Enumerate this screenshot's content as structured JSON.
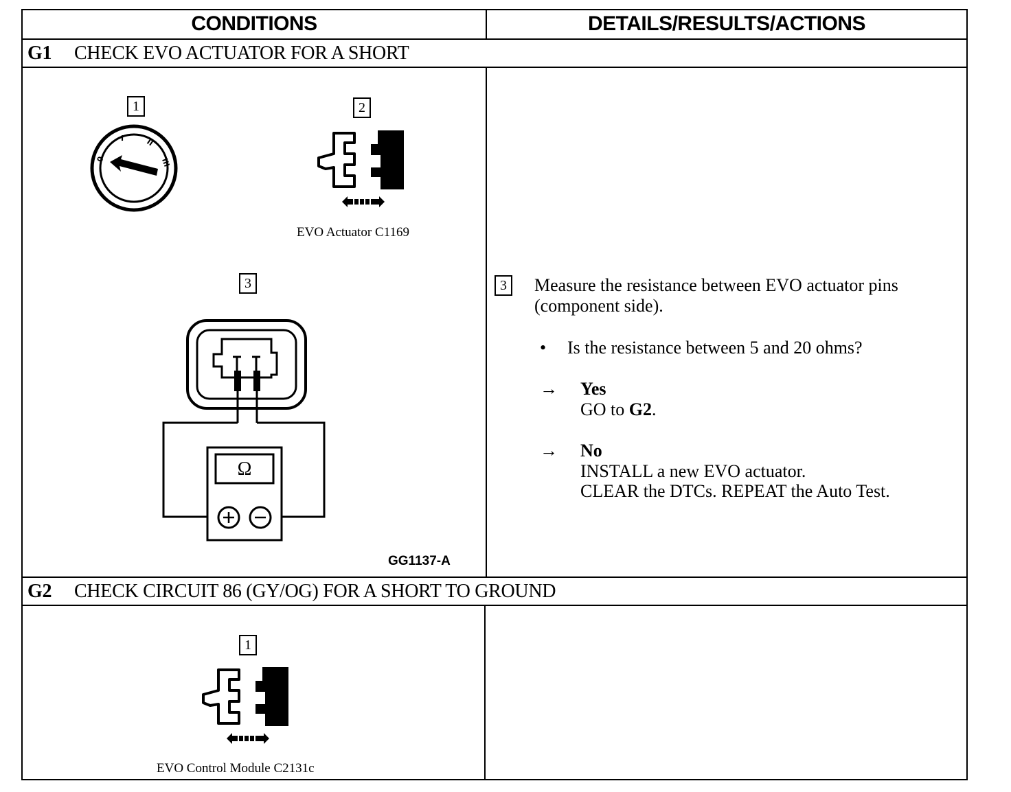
{
  "header": {
    "conditions": "CONDITIONS",
    "details": "DETAILS/RESULTS/ACTIONS"
  },
  "g1": {
    "id": "G1",
    "title": "CHECK EVO ACTUATOR FOR A SHORT",
    "callout_1": "1",
    "callout_2": "2",
    "callout_3": "3",
    "connector_caption": "EVO Actuator C1169",
    "figure_id": "GG1137-A",
    "ohm_symbol": "Ω",
    "details": {
      "callout": "3",
      "instruction_line1": "Measure the resistance between EVO actuator pins",
      "instruction_line2": "(component side).",
      "bullet": "•",
      "question": "Is the resistance between 5 and 20 ohms?",
      "arrow": "→",
      "yes_label": "Yes",
      "yes_action_prefix": "GO to ",
      "yes_action_target": "G2",
      "yes_action_suffix": ".",
      "no_label": "No",
      "no_action_line1": "INSTALL a new EVO actuator.",
      "no_action_line2": "CLEAR the DTCs. REPEAT the Auto Test."
    }
  },
  "g2": {
    "id": "G2",
    "title": "CHECK CIRCUIT 86 (GY/OG) FOR A SHORT TO GROUND",
    "callout_1": "1",
    "connector_caption": "EVO Control Module C2131c"
  }
}
